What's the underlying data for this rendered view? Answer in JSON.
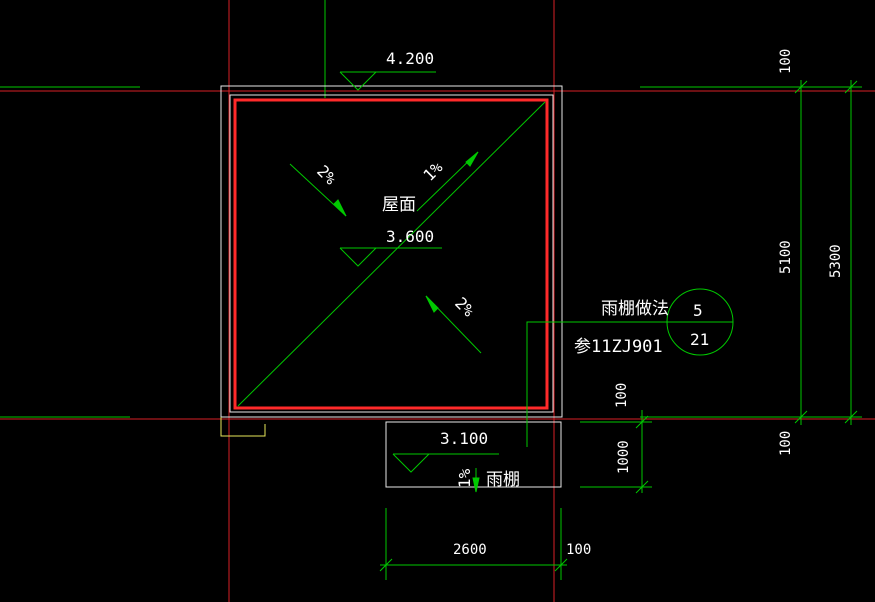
{
  "colors": {
    "background": "#000000",
    "axis": "#d81f26",
    "dimension": "#00c800",
    "outline": "#e8e85a",
    "outline_light": "#e8e8e8",
    "parapet": "#ff2a2a",
    "slope": "#00c800",
    "text": "#ffffff"
  },
  "labels": {
    "elev_top": "4.200",
    "elev_roof": "3.600",
    "elev_canopy": "3.100",
    "roof_name": "屋面",
    "slope_1": "2%",
    "slope_2": "1%",
    "slope_3": "2%",
    "slope_4": "1%",
    "canopy_name": "雨棚",
    "canopy_method": "雨棚做法",
    "detail_ref": "参11ZJ901",
    "detail_num": "5",
    "detail_sheet": "21"
  },
  "dimensions": {
    "right_top": "100",
    "right_mid": "5100",
    "right_bot": "100",
    "right_total": "5300",
    "canopy_top": "100",
    "canopy_depth": "1000",
    "bottom_width": "2600",
    "bottom_right": "100"
  }
}
